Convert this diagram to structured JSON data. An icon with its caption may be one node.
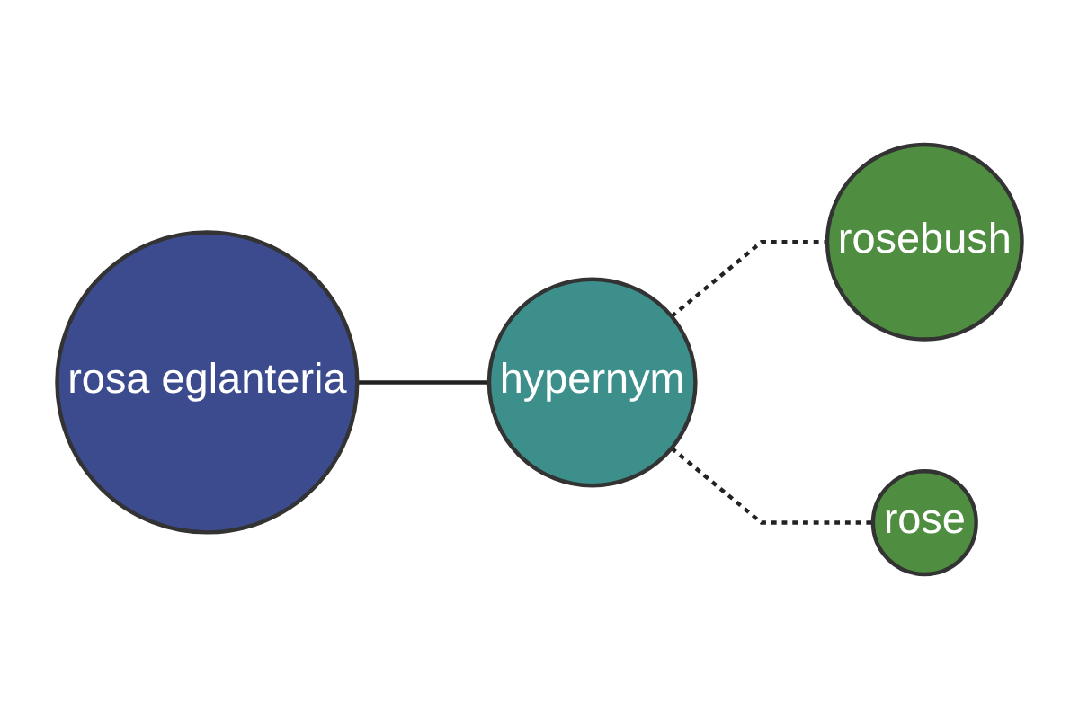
{
  "diagram": {
    "nodes": [
      {
        "text": [
          "rosa eglanteria"
        ]
      },
      {
        "text": [
          "hypernym"
        ]
      },
      {
        "text": [
          "rosebush"
        ]
      },
      {
        "text": [
          "rose"
        ]
      }
    ],
    "edges": [
      {
        "from": 0,
        "to": 1,
        "arrow": "none"
      },
      {
        "from": 1,
        "to": 2,
        "arrow": "none",
        "style": "dashed"
      },
      {
        "from": 1,
        "to": 3,
        "arrow": "none",
        "style": "dashed"
      }
    ]
  }
}
